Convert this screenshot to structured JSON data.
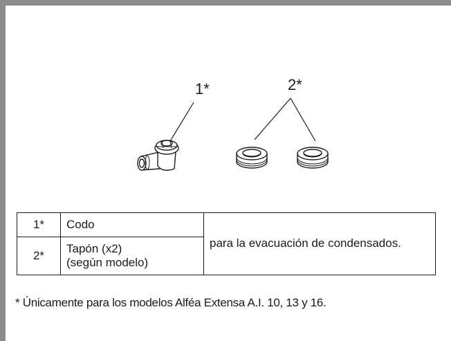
{
  "figure": {
    "callout_1": "1*",
    "callout_2": "2*"
  },
  "parts_table": {
    "rows": [
      {
        "number": "1*",
        "name": "Codo"
      },
      {
        "number": "2*",
        "name_line1": "Tapón (x2)",
        "name_line2": "(según modelo)"
      }
    ],
    "description": "para la evacuación de condensados."
  },
  "footnote": "* Únicamente para los modelos Alféa Extensa A.I. 10, 13 y 16."
}
